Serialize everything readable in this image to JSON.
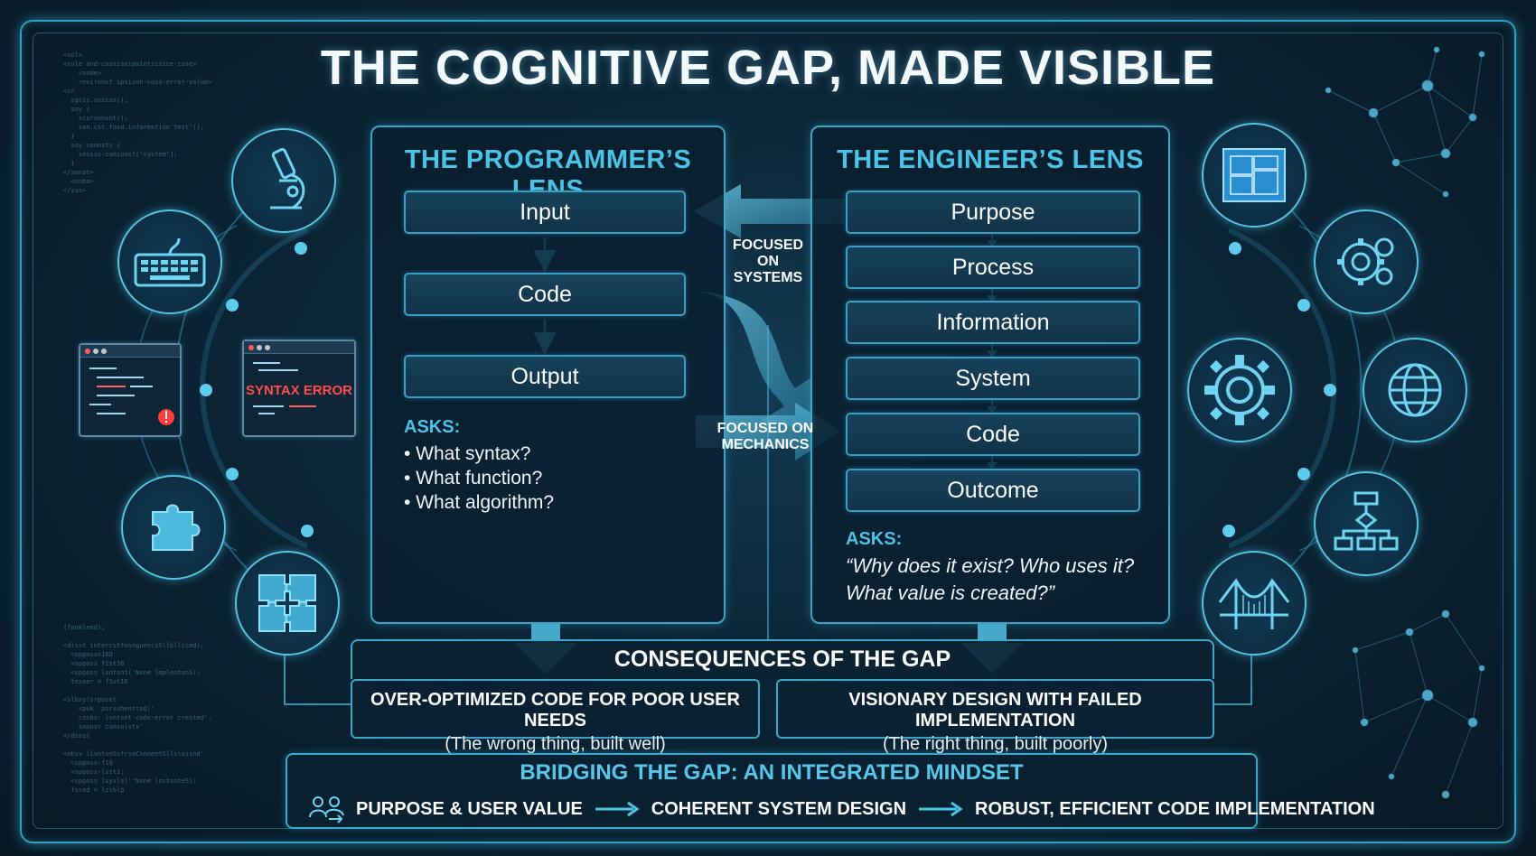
{
  "title": "THE COGNITIVE GAP, MADE VISIBLE",
  "programmer": {
    "title": "THE PROGRAMMER’S LENS",
    "steps": [
      "Input",
      "Code",
      "Output"
    ],
    "asks_label": "ASKS:",
    "asks": [
      "• What syntax?",
      "• What function?",
      "• What algorithm?"
    ]
  },
  "engineer": {
    "title": "THE ENGINEER’S LENS",
    "steps": [
      "Purpose",
      "Process",
      "Information",
      "System",
      "Code",
      "Outcome"
    ],
    "asks_label": "ASKS:",
    "asks_quote_line1": "“Why does it exist? Who uses it?",
    "asks_quote_line2": "What value is created?”"
  },
  "focus": {
    "systems": [
      "FOCUSED",
      "ON",
      "SYSTEMS"
    ],
    "mechanics": [
      "FOCUSED ON",
      "MECHANICS"
    ]
  },
  "consequences": {
    "title": "CONSEQUENCES OF THE GAP",
    "left_main": "OVER-OPTIMIZED CODE FOR POOR USER NEEDS",
    "left_sub": "(The wrong thing, built well)",
    "right_main": "VISIONARY DESIGN WITH FAILED IMPLEMENTATION",
    "right_sub": "(The right thing, built poorly)"
  },
  "bridge": {
    "title": "BRIDGING THE GAP: AN INTEGRATED MINDSET",
    "steps": [
      "PURPOSE & USER VALUE",
      "COHERENT SYSTEM DESIGN",
      "ROBUST, EFFICIENT CODE IMPLEMENTATION"
    ]
  },
  "syntax_error": "SYNTAX ERROR",
  "icons": {
    "left": [
      "microscope-icon",
      "keyboard-icon",
      "code-window-icon",
      "syntax-error-window-icon",
      "puzzle-piece-icon",
      "puzzle-grid-icon"
    ],
    "right": [
      "blueprint-icon",
      "gears-icon",
      "large-gear-icon",
      "globe-icon",
      "flowchart-icon",
      "bridge-icon"
    ]
  },
  "colors": {
    "accent": "#4cc3e6",
    "panel_border": "#3aa6cc",
    "background": "#0b2536",
    "error": "#ff4c4c"
  }
}
